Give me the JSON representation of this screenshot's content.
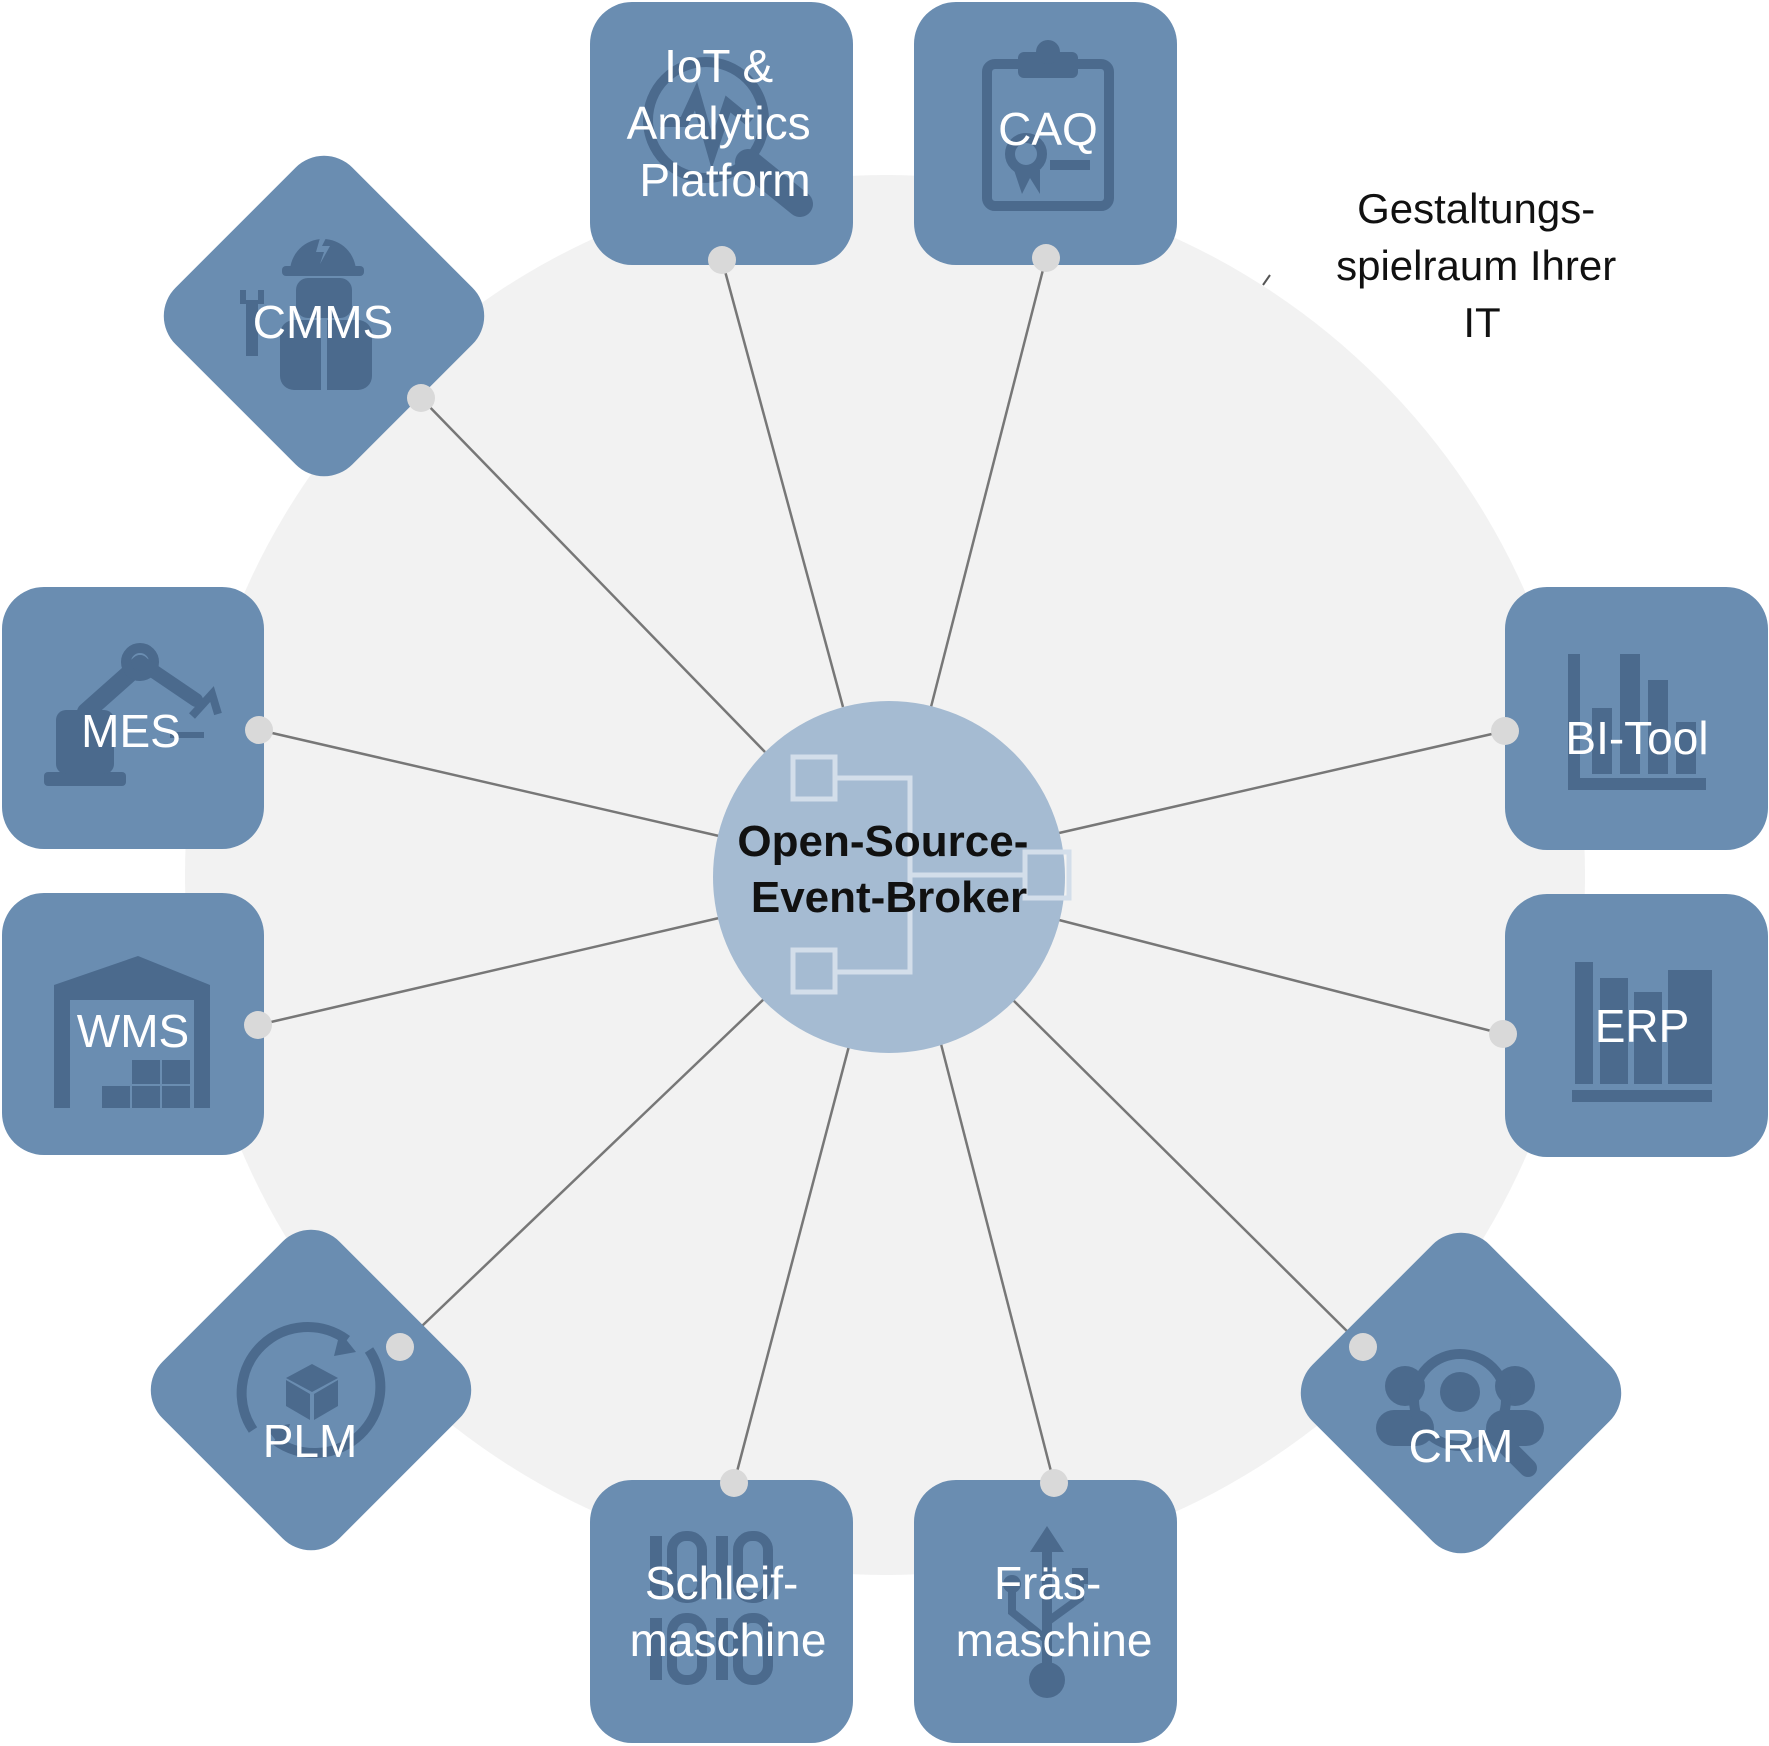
{
  "hub": {
    "lines": [
      "Open-Source-",
      "Event-Broker"
    ],
    "icon": "hierarchy-icon"
  },
  "scope_note": {
    "lines": [
      "Gestaltungs-",
      "spielraum Ihrer",
      "IT"
    ]
  },
  "nodes": [
    {
      "id": "iot",
      "lines": [
        "IoT &",
        "Analytics",
        "Platform"
      ],
      "icon": "analytics-search-icon"
    },
    {
      "id": "caq",
      "lines": [
        "CAQ"
      ],
      "icon": "clipboard-certificate-icon"
    },
    {
      "id": "bi",
      "lines": [
        "BI-Tool"
      ],
      "icon": "bar-chart-icon"
    },
    {
      "id": "erp",
      "lines": [
        "ERP"
      ],
      "icon": "binders-icon"
    },
    {
      "id": "crm",
      "lines": [
        "CRM"
      ],
      "icon": "customer-search-icon"
    },
    {
      "id": "fraes",
      "lines": [
        "Fräs-",
        "maschine"
      ],
      "icon": "usb-icon"
    },
    {
      "id": "schleif",
      "lines": [
        "Schleif-",
        "maschine"
      ],
      "icon": "binary-icon"
    },
    {
      "id": "plm",
      "lines": [
        "PLM"
      ],
      "icon": "product-cycle-icon"
    },
    {
      "id": "wms",
      "lines": [
        "WMS"
      ],
      "icon": "warehouse-icon"
    },
    {
      "id": "mes",
      "lines": [
        "MES"
      ],
      "icon": "robot-arm-icon"
    },
    {
      "id": "cmms",
      "lines": [
        "CMMS"
      ],
      "icon": "maintenance-worker-icon"
    }
  ],
  "colors": {
    "tile": "#6a8db1",
    "icon": "#4b6a8d",
    "hub": "#a5bbd2",
    "scope_circle": "#f2f2f2",
    "connector": "#777777",
    "dot": "#d9d9d9"
  }
}
